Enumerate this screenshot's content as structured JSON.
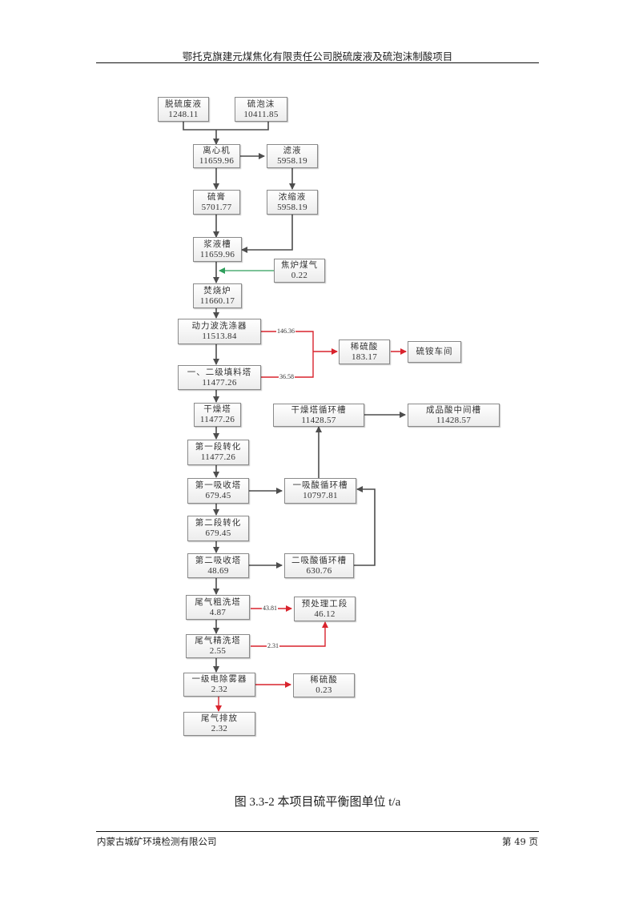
{
  "header": {
    "title": "鄂托克旗建元煤焦化有限责任公司脱硫废液及硫泡沫制酸项目"
  },
  "diagram": {
    "nodes": [
      {
        "id": "tuoliu-feiye",
        "name": "脱硫废液",
        "value": "1248.11"
      },
      {
        "id": "liu-paomo",
        "name": "硫泡沫",
        "value": "10411.85"
      },
      {
        "id": "lixinji",
        "name": "离心机",
        "value": "11659.96"
      },
      {
        "id": "lvye",
        "name": "滤液",
        "value": "5958.19"
      },
      {
        "id": "liugao",
        "name": "硫膏",
        "value": "5701.77"
      },
      {
        "id": "nongsuoye",
        "name": "浓缩液",
        "value": "5958.19"
      },
      {
        "id": "jiangyecao",
        "name": "浆液槽",
        "value": "11659.96"
      },
      {
        "id": "jiaolu-meiqi",
        "name": "焦炉煤气",
        "value": "0.22"
      },
      {
        "id": "fenshaolu",
        "name": "焚烧炉",
        "value": "11660.17"
      },
      {
        "id": "dongli-boxidiqi",
        "name": "动力波洗涤器",
        "value": "11513.84"
      },
      {
        "id": "tianliaota",
        "name": "一、二级填料塔",
        "value": "11477.26"
      },
      {
        "id": "xiliusuan-1",
        "name": "稀硫酸",
        "value": "183.17"
      },
      {
        "id": "liuan-chejian",
        "name": "硫铵车间",
        "value": ""
      },
      {
        "id": "ganzaota",
        "name": "干燥塔",
        "value": "11477.26"
      },
      {
        "id": "ganzaota-xunhuancao",
        "name": "干燥塔循环槽",
        "value": "11428.57"
      },
      {
        "id": "chengpinsuan-zhongjiancao",
        "name": "成品酸中间槽",
        "value": "11428.57"
      },
      {
        "id": "diyiduan-zhuanhua",
        "name": "第一段转化",
        "value": "11477.26"
      },
      {
        "id": "diyi-xishouta",
        "name": "第一吸收塔",
        "value": "679.45"
      },
      {
        "id": "yixi-suanxunhuancao",
        "name": "一吸酸循环槽",
        "value": "10797.81"
      },
      {
        "id": "dierduan-zhuanhua",
        "name": "第二段转化",
        "value": "679.45"
      },
      {
        "id": "dier-xishouta",
        "name": "第二吸收塔",
        "value": "48.69"
      },
      {
        "id": "erxi-suanxunhuancao",
        "name": "二吸酸循环槽",
        "value": "630.76"
      },
      {
        "id": "weiqi-cuxita",
        "name": "尾气粗洗塔",
        "value": "4.87"
      },
      {
        "id": "yuchuli-gongduan",
        "name": "预处理工段",
        "value": "46.12"
      },
      {
        "id": "weiqi-jingxita",
        "name": "尾气精洗塔",
        "value": "2.55"
      },
      {
        "id": "yiji-dianchuwuqi",
        "name": "一级电除雾器",
        "value": "2.32"
      },
      {
        "id": "xiliusuan-2",
        "name": "稀硫酸",
        "value": "0.23"
      },
      {
        "id": "weiqi-paifang",
        "name": "尾气排放",
        "value": "2.32"
      }
    ],
    "edge_labels": {
      "dongli_to_xiliusuan": "146.36",
      "tianliao_to_xiliusuan": "36.58",
      "cuxi_to_yuchuli": "43.81",
      "jingxi_to_yuchuli": "2.31"
    },
    "colors": {
      "main_flow": "#4d4d4d",
      "acid_flow": "#d9232d",
      "gas_feed": "#2e9e5b"
    }
  },
  "caption": "图 3.3-2 本项目硫平衡图单位 t/a",
  "footer": {
    "company": "内蒙古城矿环境检测有限公司",
    "page": "第 49 页"
  }
}
